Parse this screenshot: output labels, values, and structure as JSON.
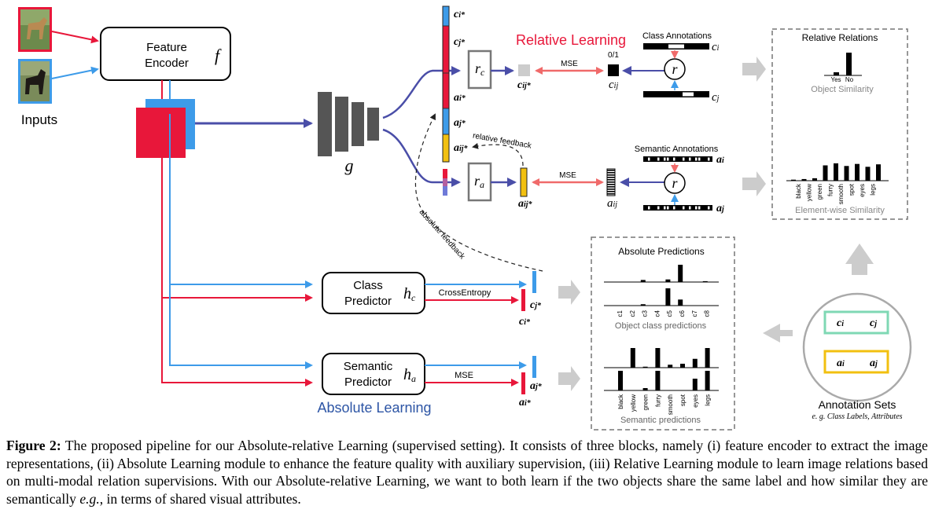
{
  "inputs_label": "Inputs",
  "encoder": {
    "line1": "Feature",
    "line2": "Encoder",
    "symbol": "f"
  },
  "g_label": "g",
  "vec_labels": {
    "ci": "c",
    "ci_sub": "i*",
    "cj": "c",
    "cj_sub": "j*",
    "ai": "a",
    "ai_sub": "i*",
    "aj": "a",
    "aj_sub": "j*",
    "aij": "a",
    "aij_sub": "ij*"
  },
  "relative_learning": "Relative Learning",
  "absolute_learning": "Absolute Learning",
  "rc": {
    "r": "r",
    "sub": "c"
  },
  "ra": {
    "r": "r",
    "sub": "a"
  },
  "cij_star": {
    "c": "c",
    "sub": "ij*"
  },
  "aij_star": {
    "a": "a",
    "sub": "ij*"
  },
  "mse": "MSE",
  "zero_one": "0/1",
  "cij": {
    "c": "c",
    "sub": "ij"
  },
  "aij": {
    "a": "a",
    "sub": "ij"
  },
  "class_annotations": "Class Annotations",
  "semantic_annotations": "Semantic Annotations",
  "r_symbol": "r",
  "ann_ci": {
    "c": "c",
    "sub": "i"
  },
  "ann_cj": {
    "c": "c",
    "sub": "j"
  },
  "ann_ai": {
    "a": "a",
    "sub": "i"
  },
  "ann_aj": {
    "a": "a",
    "sub": "j"
  },
  "relative_feedback": "relative feedback",
  "absolute_feedback": "absolute feedback",
  "relative_relations": {
    "title": "Relative Relations",
    "yes": "Yes",
    "no": "No",
    "object_similarity": "Object Similarity",
    "attributes": [
      "black",
      "yellow",
      "green",
      "furry",
      "smooth",
      "spot",
      "eyes",
      "legs"
    ],
    "attr_values": [
      0.05,
      0.08,
      0.12,
      0.75,
      0.85,
      0.72,
      0.82,
      0.68,
      0.8
    ],
    "element_similarity": "Element-wise Similarity"
  },
  "class_predictor": {
    "line1": "Class",
    "line2": "Predictor",
    "h": "h",
    "sub": "c"
  },
  "semantic_predictor": {
    "line1": "Semantic",
    "line2": "Predictor",
    "h": "h",
    "sub": "a"
  },
  "cross_entropy": "CrossEntropy",
  "mse2": "MSE",
  "pred_labels": {
    "cj": "c",
    "cj_sub": "j*",
    "ci": "c",
    "ci_sub": "i*",
    "aj": "a",
    "aj_sub": "j*",
    "ai": "a",
    "ai_sub": "i*"
  },
  "absolute_predictions": {
    "title": "Absolute Predictions",
    "classes": [
      "c1",
      "c2",
      "c3",
      "c4",
      "c5",
      "c6",
      "c7",
      "c8"
    ],
    "class_row1": [
      0.0,
      0.12,
      0.0,
      0.15,
      1.0,
      0.0,
      0.05,
      0.0
    ],
    "class_row2": [
      0.0,
      0.08,
      0.0,
      1.0,
      0.35,
      0.0,
      0.0,
      0.0
    ],
    "object_class_predictions": "Object class predictions",
    "attributes": [
      "black",
      "yellow",
      "green",
      "furry",
      "smooth",
      "spot",
      "eyes",
      "legs"
    ],
    "sem_row1": [
      0.0,
      1.0,
      0.05,
      1.0,
      0.15,
      0.2,
      0.45,
      1.0
    ],
    "sem_row2": [
      1.0,
      0.0,
      0.12,
      1.0,
      0.0,
      0.0,
      0.6,
      1.0
    ],
    "semantic_predictions": "Semantic predictions"
  },
  "annotation_sets": {
    "ci": "c",
    "ci_sub": "i",
    "cj": "c",
    "cj_sub": "j",
    "ai": "a",
    "ai_sub": "i",
    "aj": "a",
    "aj_sub": "j",
    "title": "Annotation Sets",
    "subtitle": "e. g. Class Labels, Attributes"
  },
  "caption": {
    "label": "Figure 2:",
    "text": " The proposed pipeline for our Absolute-relative Learning (supervised setting). It consists of three blocks, namely (i) feature encoder to extract the image representations, (ii) Absolute Learning module to enhance the feature quality with auxiliary supervision, (iii) Relative Learning module to learn image relations based on multi-modal relation supervisions. With our Absolute-relative Learning, we want to both learn if the two objects share the same label and how similar they are semantically ",
    "eg": "e.g.",
    "tail": ", in terms of shared visual attributes."
  },
  "colors": {
    "red": "#e8173a",
    "blue": "#3d9be9",
    "navy": "#4a4ea8",
    "salmon": "#f06a6a",
    "gray": "#555",
    "green": "#7fd8b4",
    "yellow": "#f2c010"
  }
}
